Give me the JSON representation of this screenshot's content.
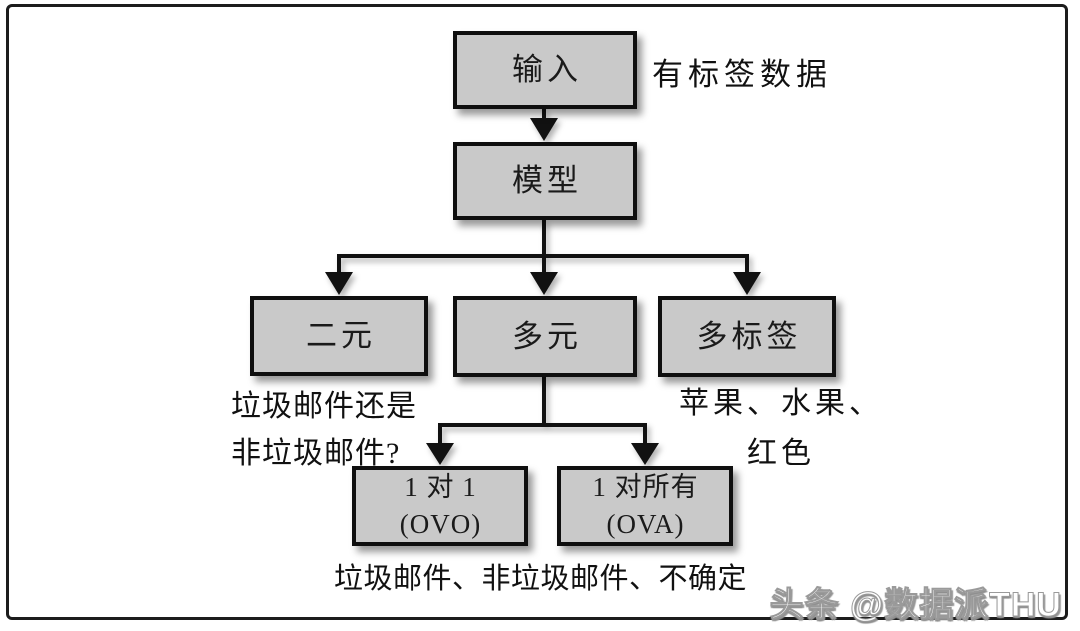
{
  "diagram": {
    "nodes": {
      "input": {
        "label": "输入"
      },
      "model": {
        "label": "模型"
      },
      "binary": {
        "label": "二元"
      },
      "multiclass": {
        "label": "多元"
      },
      "multilabel": {
        "label": "多标签"
      },
      "ovo": {
        "line1": "1 对 1",
        "line2": "(OVO)"
      },
      "ova": {
        "line1": "1 对所有",
        "line2": "(OVA)"
      }
    },
    "annotations": {
      "input_note": "有标签数据",
      "binary_note_line1": "垃圾邮件还是",
      "binary_note_line2": "非垃圾邮件?",
      "multilabel_note_line1": "苹果、水果、",
      "multilabel_note_line2": "红色",
      "ovo_ova_note": "垃圾邮件、非垃圾邮件、不确定"
    },
    "colors": {
      "node_fill": "#c9c9c9",
      "node_border": "#0f0f0f",
      "connector": "#111111",
      "background": "#ffffff"
    }
  },
  "watermark": {
    "text": "头条 @数据派THU"
  }
}
